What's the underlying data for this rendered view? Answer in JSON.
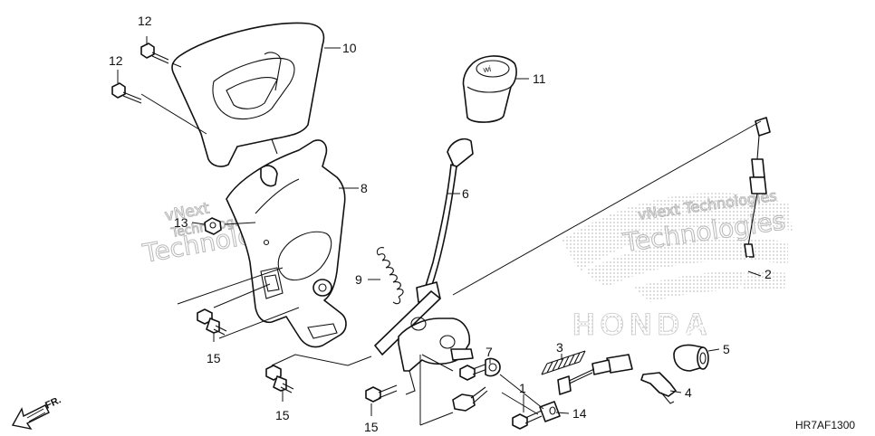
{
  "diagram": {
    "diagram_code": "HR7AF1300",
    "front_indicator": "FR.",
    "brand_watermark": "HONDA",
    "watermarks": [
      {
        "line1": "vNext",
        "line2": "Technologies",
        "line3": "Technologies"
      },
      {
        "line1": "vNext Technologies",
        "line2": "Technologies"
      }
    ],
    "callouts": [
      {
        "id": "c1",
        "label": "1"
      },
      {
        "id": "c2",
        "label": "2"
      },
      {
        "id": "c3",
        "label": "3"
      },
      {
        "id": "c4",
        "label": "4"
      },
      {
        "id": "c5",
        "label": "5"
      },
      {
        "id": "c6",
        "label": "6"
      },
      {
        "id": "c7",
        "label": "7"
      },
      {
        "id": "c8",
        "label": "8"
      },
      {
        "id": "c9",
        "label": "9"
      },
      {
        "id": "c10",
        "label": "10"
      },
      {
        "id": "c11",
        "label": "11"
      },
      {
        "id": "c12a",
        "label": "12"
      },
      {
        "id": "c12b",
        "label": "12"
      },
      {
        "id": "c13",
        "label": "13"
      },
      {
        "id": "c14",
        "label": "14"
      },
      {
        "id": "c15a",
        "label": "15"
      },
      {
        "id": "c15b",
        "label": "15"
      },
      {
        "id": "c15c",
        "label": "15"
      }
    ]
  }
}
